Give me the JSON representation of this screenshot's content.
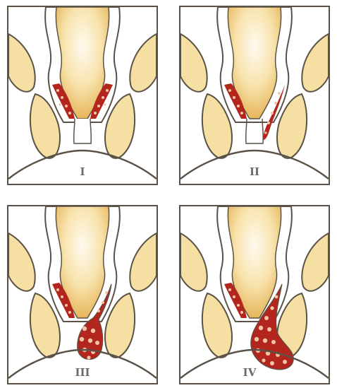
{
  "panels": [
    {
      "label": "I"
    },
    {
      "label": "II"
    },
    {
      "label": "III"
    },
    {
      "label": "IV"
    }
  ],
  "colors": {
    "tissue": "#f6dfa2",
    "tissue_dark": "#e8b85e",
    "outline": "#5a5247",
    "blood": "#b3261e",
    "blood_cell": "#f2c4a8",
    "background": "#ffffff"
  }
}
